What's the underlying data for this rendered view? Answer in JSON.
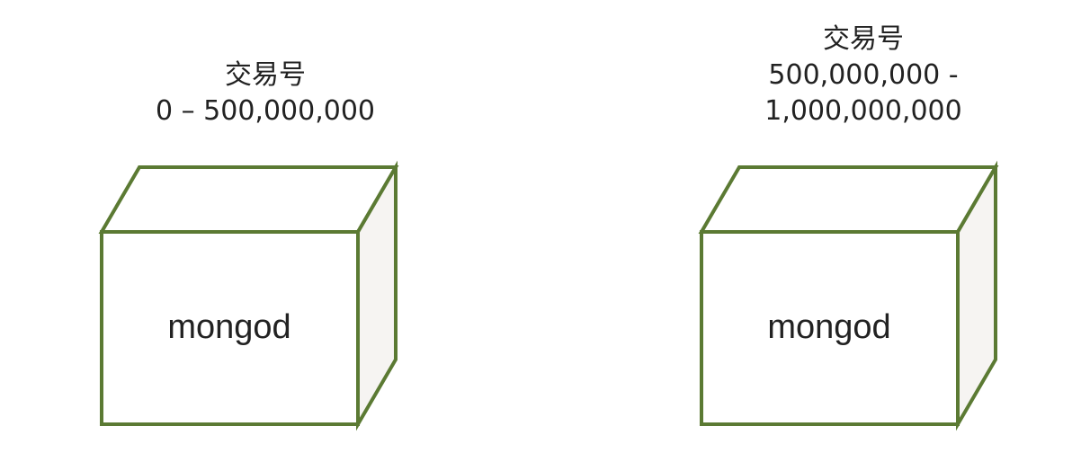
{
  "diagram": {
    "style": {
      "border_color": "#5b7a33",
      "face_color": "#ffffff",
      "side_color": "#f6f4f2",
      "text_color": "#222222"
    },
    "shards": [
      {
        "range_title": "交易号",
        "range_lines": [
          "0 – 500,000,000"
        ],
        "node_label": "mongod"
      },
      {
        "range_title": "交易号",
        "range_lines": [
          "500,000,000 -",
          "1,000,000,000"
        ],
        "node_label": "mongod"
      }
    ]
  }
}
